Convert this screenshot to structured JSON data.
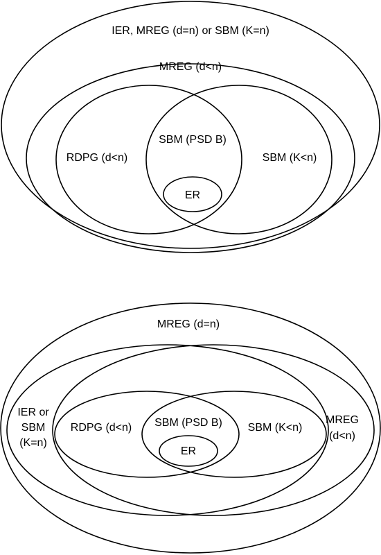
{
  "top": {
    "outer_label": "IER, MREG (d=n) or SBM (K=n)",
    "mreg_label": "MREG (d<n)",
    "rdpg_label": "RDPG (d<n)",
    "sbm_psd_label": "SBM (PSD B)",
    "sbm_label": "SBM (K<n)",
    "er_label": "ER"
  },
  "bottom": {
    "outer_label": "MREG (d=n)",
    "ier_line1": "IER or",
    "ier_line2": "SBM",
    "ier_line3": "(K=n)",
    "mreg_line1": "MREG",
    "mreg_line2": "(d<n)",
    "rdpg_label": "RDPG (d<n)",
    "sbm_psd_label": "SBM (PSD B)",
    "sbm_label": "SBM (K<n)",
    "er_label": "ER"
  }
}
